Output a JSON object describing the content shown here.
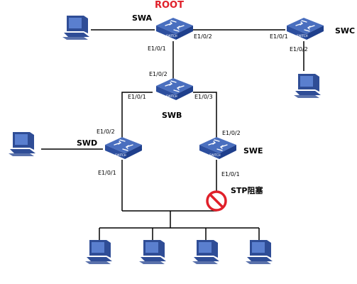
{
  "colors": {
    "link": "#000000",
    "switch_top": "#4a6fbf",
    "switch_side": "#1f3f8c",
    "switch_front": "#2c4e9e",
    "root_label": "#e0202a",
    "block_sign": "#e0202a",
    "pc_body": "#2f4d96",
    "pc_screen": "#5a7fcf"
  },
  "icons": {
    "switch": "network-switch-icon",
    "pc": "desktop-computer-icon",
    "blocked": "no-entry-icon"
  },
  "labels": {
    "root": "ROOT",
    "swa": "SWA",
    "swb": "SWB",
    "swc": "SWC",
    "swd": "SWD",
    "swe": "SWE",
    "switch_face": "SWITCH",
    "stp_blocked": "STP阻塞"
  },
  "ports": {
    "swa_e102": "E1/0/2",
    "swa_e101": "E1/0/1",
    "swc_e101": "E1/0/1",
    "swc_e102": "E1/0/2",
    "swb_e102": "E1/0/2",
    "swb_e101": "E1/0/1",
    "swb_e103": "E1/0/3",
    "swd_e102": "E1/0/2",
    "swd_e101": "E1/0/1",
    "swe_e102": "E1/0/2",
    "swe_e101": "E1/0/1"
  }
}
